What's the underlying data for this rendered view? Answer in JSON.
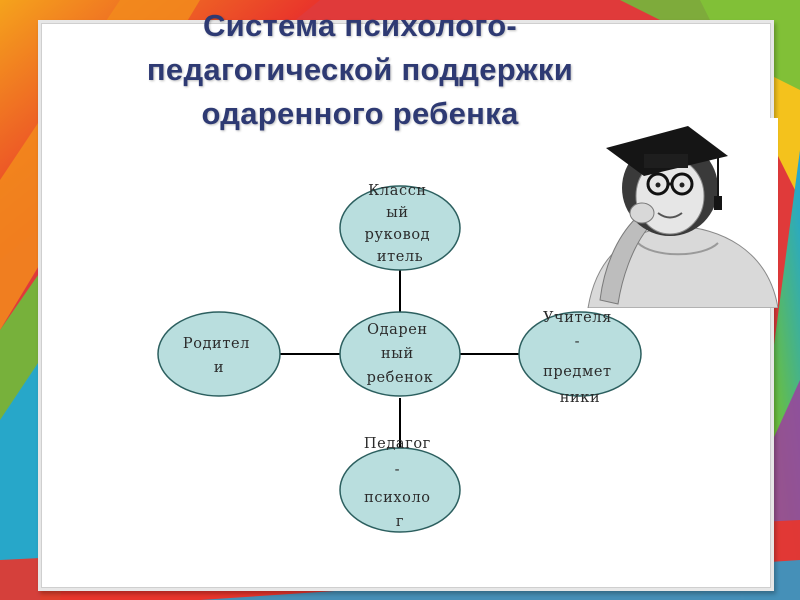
{
  "title": {
    "line1": "Система психолого-",
    "line2": "педагогической поддержки",
    "line3": "одаренного ребенка"
  },
  "diagram": {
    "nodes": [
      {
        "id": "center",
        "label_lines": [
          "Одарен",
          "ный",
          "ребенок"
        ]
      },
      {
        "id": "top",
        "label_lines": [
          "Классн",
          "ый",
          "руковод",
          "итель"
        ]
      },
      {
        "id": "left",
        "label_lines": [
          "Родител",
          "и"
        ]
      },
      {
        "id": "right",
        "label_lines": [
          "Учителя",
          "-",
          "предмет",
          "ники"
        ]
      },
      {
        "id": "bottom",
        "label_lines": [
          "Педагог",
          "-",
          "психоло",
          "г"
        ]
      }
    ],
    "colors": {
      "node_fill": "#b9dede",
      "node_stroke": "#2c5f5f",
      "connector": "#000000"
    }
  },
  "image": {
    "description_icon": "girl-with-graduation-cap-photo"
  },
  "theme": {
    "title_color": "#2e3a73",
    "background_stripes": [
      "#e9352b",
      "#f28b1c",
      "#f7c11a",
      "#6cbf3c",
      "#1ea6d9",
      "#9b3fa0"
    ]
  }
}
